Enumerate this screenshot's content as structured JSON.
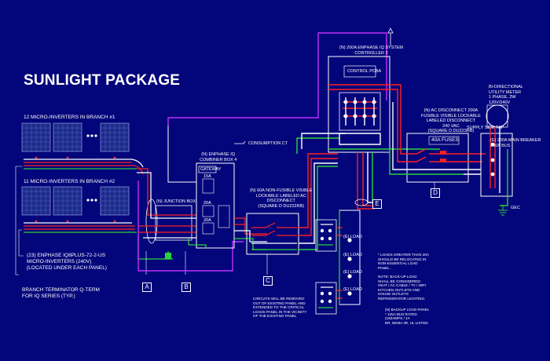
{
  "title": "SUNLIGHT PACKAGE",
  "branch1": {
    "label": "12 MICRO-INVERTERS IN BRANCH #1"
  },
  "branch2": {
    "label": "11 MICRO-INVERTERS IN BRANCH #2"
  },
  "microinverters": {
    "line1": "(23) ENPHASE IQ8PLUS-72-2-US",
    "line2": "MICRO-INVERTERS (240V)",
    "line3": "(LOCATED UNDER EACH PANEL)"
  },
  "terminator": {
    "line1": "BRANCH TERMINATOR Q-TERM",
    "line2": "FOR IQ SERIES (TYP.)"
  },
  "junction_box": "(N) JUNCTION BOX",
  "combiner": {
    "line1": "(N) ENPHASE IQ",
    "line2": "COMBINER BOX 4",
    "gateway": "GATEWAY",
    "b1": "20A",
    "b2": "20A",
    "b3": "15A"
  },
  "consumption_ct": "CONSUMPTION CT",
  "disconnect_c": {
    "line1": "(N) 60A NON-FUSIBLE VISIBLE",
    "line2": "LOCKABLE LABELED AC",
    "line3": "DISCONNECT",
    "line4": "(SQUARE D DU222RB)"
  },
  "system_controller": {
    "line1": "(N) 200A ENPHASE IQ SYSTEM",
    "line2": "CONTROLLER 2",
    "control_panel": "CONTROL PCBA"
  },
  "disconnect_d": {
    "line1": "(N) AC DISCONNECT 200A",
    "line2": "FUSIBLE VISIBLE LOCKABLE",
    "line3": "LABELED DISCONNECT",
    "line4": "240 VAC",
    "line5": "(SQUARE D DU223RB)"
  },
  "fuses": "40A FUSES",
  "utility": {
    "line1": "BI-DIRECTIONAL",
    "line2": "UTILITY METER",
    "line3": "1 PHASE, 3W",
    "line4": "120V/240V"
  },
  "supply_side_tap": "SUPPLY SIDE TAP",
  "main_breaker": {
    "line1": "(E) 200A MAIN BREAKER",
    "line2": "200A BUS"
  },
  "backup_loads": [
    "(E) LOAD",
    "(E) LOAD",
    "(E) LOAD",
    "(E) LOAD"
  ],
  "gec": "GEC",
  "tags": [
    "A",
    "B",
    "C",
    "D",
    "E"
  ],
  "load_note": "* LOADS GREATER THAN 20A\nSHOULD BE RELOCATED IN\nNON-ESSENTIAL LOAD\nPANEL.\n\nNOTE: BACK-UP LOAD\nSHALL BE CONSIDERED:\nHEAT / AC CABLE / TV / WIFI\nKITCHEN OUTLETS AND\nHOUSE OUTLETS\nREFRIGERATOR LIGHTING.",
  "panel_note": "(N) BACKUP LOAD PANEL\n* 125A BUS RATED\n(150AMPS / 1A\nBR, NEMA 3R, UL LISTED",
  "circuits_note": "CIRCUITS WILL BE REMOVED\nOUT OF EXISTING PANEL AND\nEXTENDED TO THE CRITICAL\nLOADS PANEL IN THE VICINITY\nOF THE EXISTING PANEL"
}
